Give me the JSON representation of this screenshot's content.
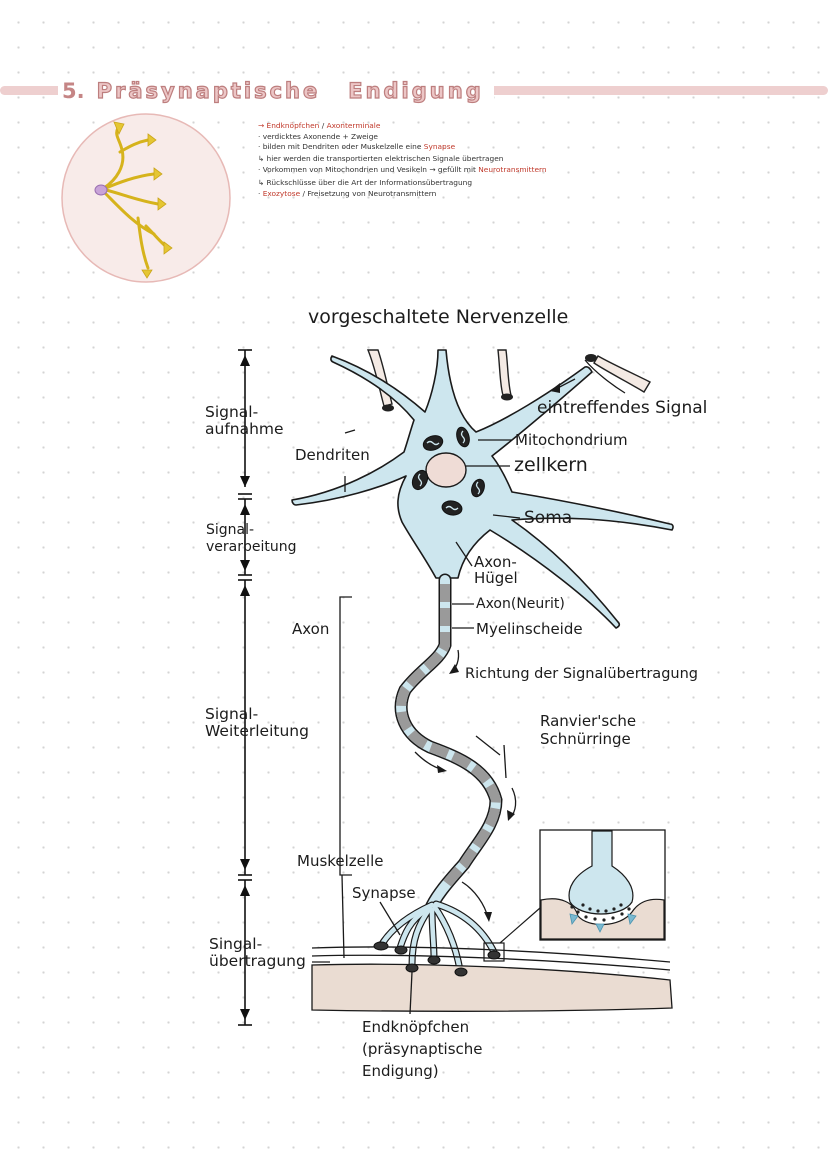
{
  "header": {
    "number": "5.",
    "title_word1": "Präsynaptische",
    "title_word2": "Endigung"
  },
  "notes": [
    [
      {
        "t": "→ ",
        "c": "red"
      },
      {
        "t": "Endknöpfchen",
        "c": "red"
      },
      {
        "t": " / ",
        "c": ""
      },
      {
        "t": "Axonterminale",
        "c": "red"
      }
    ],
    [
      {
        "t": "· verdicktes Axonende + Zweige",
        "c": ""
      }
    ],
    [
      {
        "t": "· bilden mit Dendriten oder Muskelzelle eine ",
        "c": ""
      },
      {
        "t": "Synapse",
        "c": "red"
      }
    ],
    [
      {
        "t": "  ↳ hier werden die transportierten elektrischen Signale übertragen",
        "c": ""
      }
    ],
    [
      {
        "t": "· Vorkommen von Mitochondrien und Vesikeln → gefüllt mit ",
        "c": ""
      },
      {
        "t": "Neurotransmittern",
        "c": "red"
      }
    ],
    [
      {
        "t": "  ↳ Rückschlüsse über die Art der Informationsübertragung",
        "c": ""
      }
    ],
    [
      {
        "t": "· ",
        "c": ""
      },
      {
        "t": "Exozytose",
        "c": "red"
      },
      {
        "t": " / Freisetzung von Neurotransmittern",
        "c": ""
      }
    ]
  ],
  "diagram": {
    "title": "vorgeschaltete Nervenzelle",
    "side_labels": {
      "signal_aufnahme": "Signal-\naufnahme",
      "signal_verarbeitung": "Signal-\nverarbeitung",
      "signal_weiterleitung": "Signal-\nWeiterleitung",
      "singal_uebertragung": "Singal-\nübertragung"
    },
    "labels": {
      "dendriten": "Dendriten",
      "eintreffendes_signal": "eintreffendes Signal",
      "mitochondrium": "Mitochondrium",
      "zellkern": "zellkern",
      "soma": "Soma",
      "axon_huegel": "Axon-\nHügel",
      "axon_neurit": "Axon(Neurit)",
      "myelinscheide": "Myelinscheide",
      "axon": "Axon",
      "richtung": "Richtung der Signalübertragung",
      "ranvier": "Ranvier'sche\nSchnürringe",
      "muskelzelle": "Muskelzelle",
      "synapse": "Synapse",
      "endknoepfchen": "Endknöpfchen\n(präsynaptische\nEndigung)"
    }
  },
  "colors": {
    "cell_fill": "#cde6ee",
    "nucleus": "#efdcd6",
    "myelin": "#9a9a9a",
    "muscle": "#eadcd2",
    "header_pink": "#eecfcf",
    "title_pink": "#c58585",
    "terminal_yellow": "#e5c633",
    "accent_red": "#c0392b"
  }
}
